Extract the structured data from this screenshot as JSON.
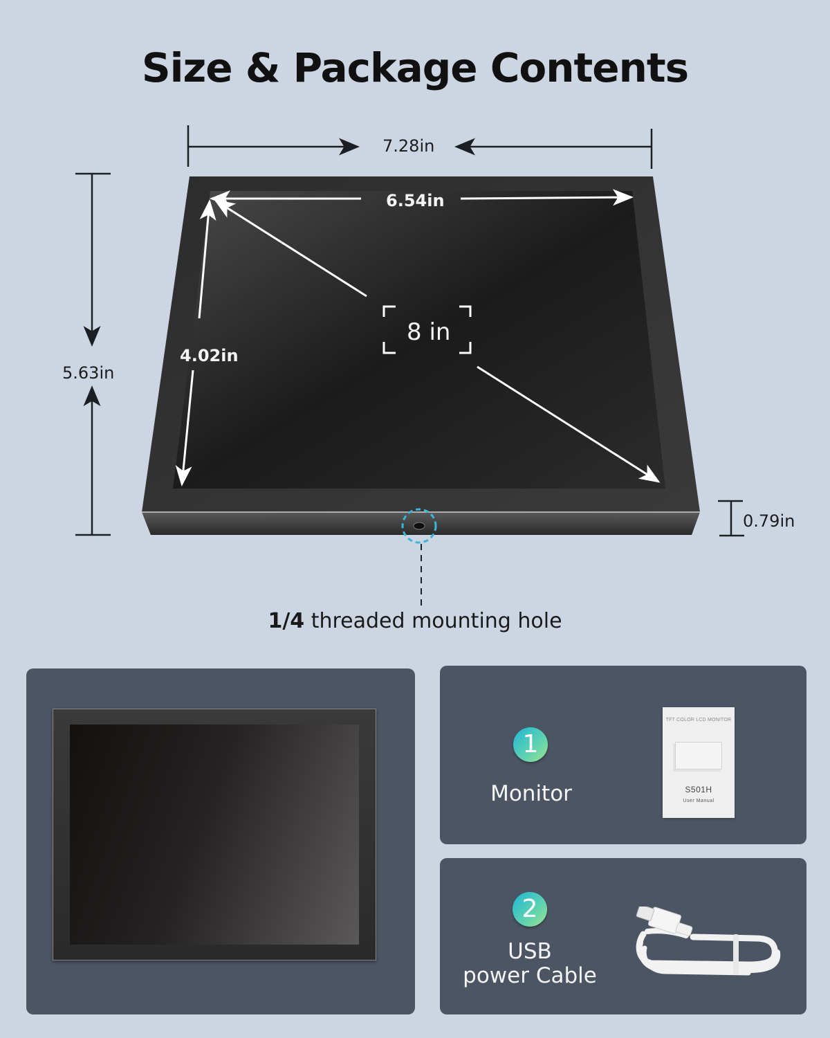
{
  "title": "Size & Package Contents",
  "colors": {
    "background": "#ccd6e3",
    "panel": "#4b5563",
    "badge_gradient_start": "#1fb6d6",
    "badge_gradient_end": "#9de38f",
    "mount_highlight": "#3ab6d8"
  },
  "dimensions": {
    "outer_width": "7.28in",
    "screen_width": "6.54in",
    "outer_height": "5.63in",
    "screen_height": "4.02in",
    "diagonal": "8 in",
    "depth": "0.79in"
  },
  "mounting": {
    "bold": "1/4",
    "text": " threaded mounting hole"
  },
  "package_contents": [
    {
      "number": "1",
      "label": "Monitor",
      "image": "user-manual",
      "manual": {
        "header": "TFT COLOR LCD MONITOR",
        "model": "S501H",
        "subtitle": "User Manual"
      }
    },
    {
      "number": "2",
      "label_line1": "USB",
      "label_line2": "power Cable",
      "image": "usb-cable"
    }
  ]
}
